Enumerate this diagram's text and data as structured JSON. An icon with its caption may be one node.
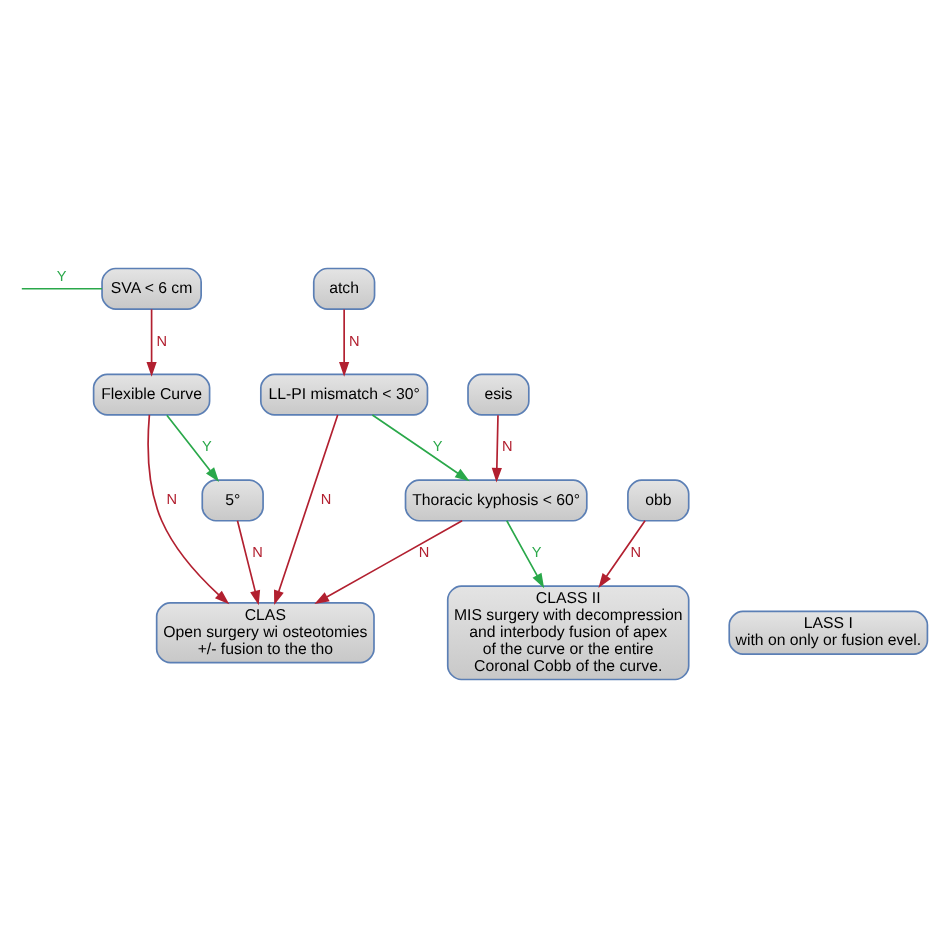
{
  "diagram": {
    "nodes": [
      {
        "text": [
          "SVA < 6 cm"
        ]
      },
      {
        "text": [
          "Flexible Curve"
        ]
      },
      {
        "text": [
          "5°"
        ]
      },
      {
        "text": [
          "atch"
        ]
      },
      {
        "text": [
          "LL-PI mismatch < 30°"
        ]
      },
      {
        "text": [
          "esis"
        ]
      },
      {
        "text": [
          "Thoracic kyphosis < 60°"
        ]
      },
      {
        "text": [
          "obb"
        ]
      },
      {
        "text": [
          "LASS I",
          "with on only or fusion evel."
        ]
      },
      {
        "text": [
          "CLASS II",
          "MIS surgery with decompression and interbody fusion of apex of the curve or the entire Coronal Cobb of the curve."
        ]
      },
      {
        "text": [
          "CLAS",
          "Open surgery wi osteotomies +/- fusion to the tho"
        ]
      }
    ],
    "edges": [
      {
        "from": 0,
        "to": null,
        "arrow": "none",
        "label": "Y",
        "color": "#2aa84a"
      },
      {
        "from": 0,
        "to": 1,
        "arrow": "to",
        "label": "N"
      },
      {
        "from": 1,
        "to": 2,
        "arrow": "to",
        "label": "Y",
        "color": "#2aa84a"
      },
      {
        "from": 1,
        "to": 10,
        "arrow": "to",
        "label": "N"
      },
      {
        "from": 2,
        "to": 10,
        "arrow": "to",
        "label": "N"
      },
      {
        "from": 3,
        "to": 4,
        "arrow": "to",
        "label": "N"
      },
      {
        "from": 4,
        "to": 10,
        "arrow": "to",
        "label": "N"
      },
      {
        "from": 4,
        "to": 6,
        "arrow": "to",
        "label": "Y",
        "color": "#2aa84a"
      },
      {
        "from": 5,
        "to": 6,
        "arrow": "to",
        "label": "N"
      },
      {
        "from": 6,
        "to": 10,
        "arrow": "to",
        "label": "N"
      },
      {
        "from": 6,
        "to": 9,
        "arrow": "to",
        "label": "Y",
        "color": "#2aa84a"
      },
      {
        "from": 7,
        "to": 9,
        "arrow": "to",
        "label": "N"
      }
    ]
  }
}
